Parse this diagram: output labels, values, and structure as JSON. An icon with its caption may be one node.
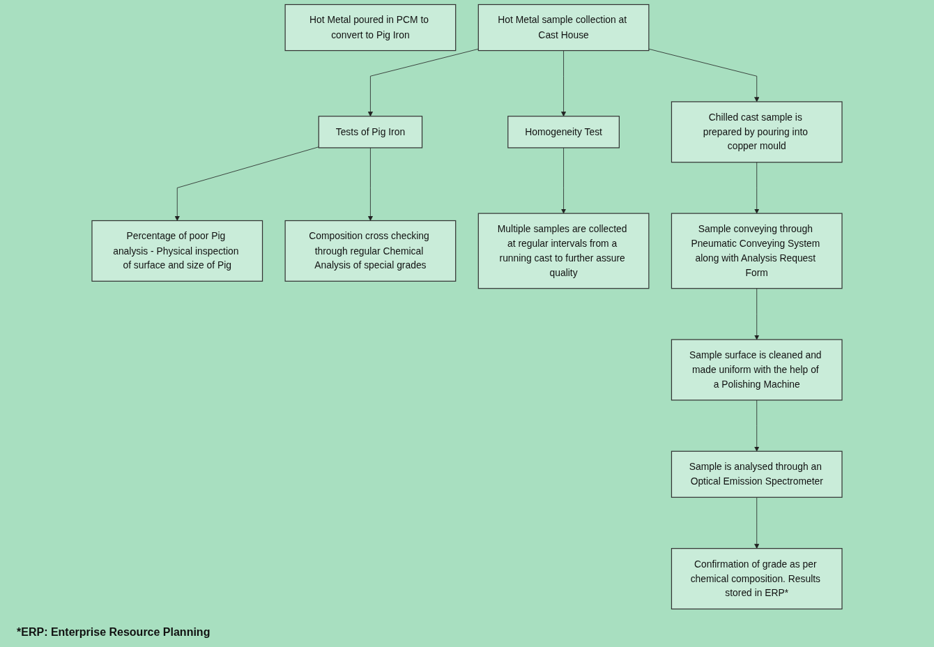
{
  "diagram": {
    "nodes": [
      {
        "text": [
          "Hot Metal poured in PCM to convert to Pig Iron"
        ]
      },
      {
        "text": [
          "Tests of Pig Iron"
        ]
      },
      {
        "text": [
          "Hot Metal sample collection at Cast House"
        ]
      },
      {
        "text": [
          "Homogeneity Test"
        ]
      },
      {
        "text": [
          "Percentage of poor Pig analysis - Physical inspection of surface and size of Pig"
        ]
      },
      {
        "text": [
          "Composition cross checking through regular Chemical Analysis of special grades"
        ]
      },
      {
        "text": [
          "Chilled cast sample is prepared by pouring into copper mould"
        ]
      },
      {
        "text": [
          "Multiple samples are collected at regular intervals from a running cast to further assure quality"
        ]
      },
      {
        "text": [
          "Sample conveying through Pneumatic Conveying System along with Analysis Request Form"
        ]
      },
      {
        "text": [
          "Sample surface is cleaned and made uniform with the help of a Polishing Machine"
        ]
      },
      {
        "text": [
          "Sample is analysed through an Optical Emission Spectrometer"
        ]
      },
      {
        "text": [
          "Confirmation of grade as per chemical composition. Results stored in ERP*"
        ]
      }
    ],
    "edges": [
      {
        "from": 2,
        "to": 1,
        "arrow": "to"
      },
      {
        "from": 2,
        "to": 3,
        "arrow": "to"
      },
      {
        "from": 1,
        "to": 4,
        "arrow": "to"
      },
      {
        "from": 1,
        "to": 5,
        "arrow": "to"
      },
      {
        "from": 2,
        "to": 6,
        "arrow": "to"
      },
      {
        "from": 3,
        "to": 7,
        "arrow": "to"
      },
      {
        "from": 6,
        "to": 8,
        "arrow": "to"
      },
      {
        "from": 8,
        "to": 9,
        "arrow": "to"
      },
      {
        "from": 9,
        "to": 10,
        "arrow": "to"
      },
      {
        "from": 10,
        "to": 11,
        "arrow": "to"
      }
    ],
    "labels": [
      "*ERP: Enterprise Resource Planning"
    ]
  }
}
